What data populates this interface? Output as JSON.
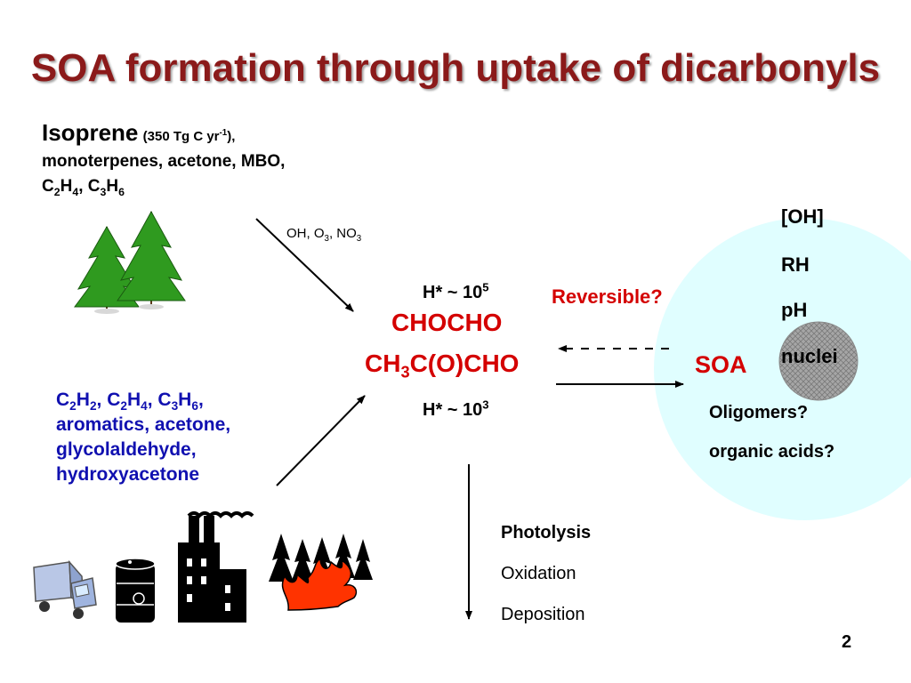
{
  "title": "SOA formation through uptake of dicarbonyls",
  "biogenic": {
    "name": "Isoprene",
    "flux_open": "(350 Tg C yr",
    "flux_exp": "-1",
    "flux_close": "),",
    "line2": "monoterpenes, acetone, MBO,",
    "c2h4_a": "C",
    "c2h4_a2": "2",
    "c2h4_b": "H",
    "c2h4_b2": "4",
    "sep": ", ",
    "c3h6_a": "C",
    "c3h6_a2": "3",
    "c3h6_b": "H",
    "c3h6_b2": "6"
  },
  "oxidants": {
    "a": "OH, O",
    "a2": "3",
    "b": ", NO",
    "b2": "3"
  },
  "anthropogenic": {
    "f1a": "C",
    "f1a2": "2",
    "f1b": "H",
    "f1b2": "2",
    "s1": ", ",
    "f2a": "C",
    "f2a2": "2",
    "f2b": "H",
    "f2b2": "4",
    "s2": ", ",
    "f3a": "C",
    "f3a2": "3",
    "f3b": "H",
    "f3b2": "6",
    "s3": ",",
    "line2": "aromatics, acetone,",
    "line3": "glycolaldehyde,",
    "line4": "hydroxyacetone"
  },
  "henry_top": {
    "base": "H* ~ 10",
    "exp": "5"
  },
  "henry_bottom": {
    "base": "H* ~ 10",
    "exp": "3"
  },
  "glyoxal": "CHOCHO",
  "methylglyoxal": {
    "a": "CH",
    "a2": "3",
    "b": "C(O)CHO"
  },
  "reversible": "Reversible?",
  "soa": "SOA",
  "particle_properties": [
    "[OH]",
    "RH",
    "pH",
    "nuclei"
  ],
  "products": [
    "Oligomers?",
    "organic acids?"
  ],
  "sinks": [
    "Photolysis",
    "Oxidation",
    "Deposition"
  ],
  "page_number": "2",
  "colors": {
    "title": "#8b1a1a",
    "red_text": "#d40000",
    "blue_text": "#1010b0",
    "particle_disk": "#e0feff",
    "nucleus": "#a6a6a6",
    "tree": "#2f9a1f",
    "fire": "#ff3300"
  },
  "icons": [
    "pine-trees-icon",
    "truck-icon",
    "oil-barrel-icon",
    "factory-icon",
    "forest-fire-icon"
  ]
}
